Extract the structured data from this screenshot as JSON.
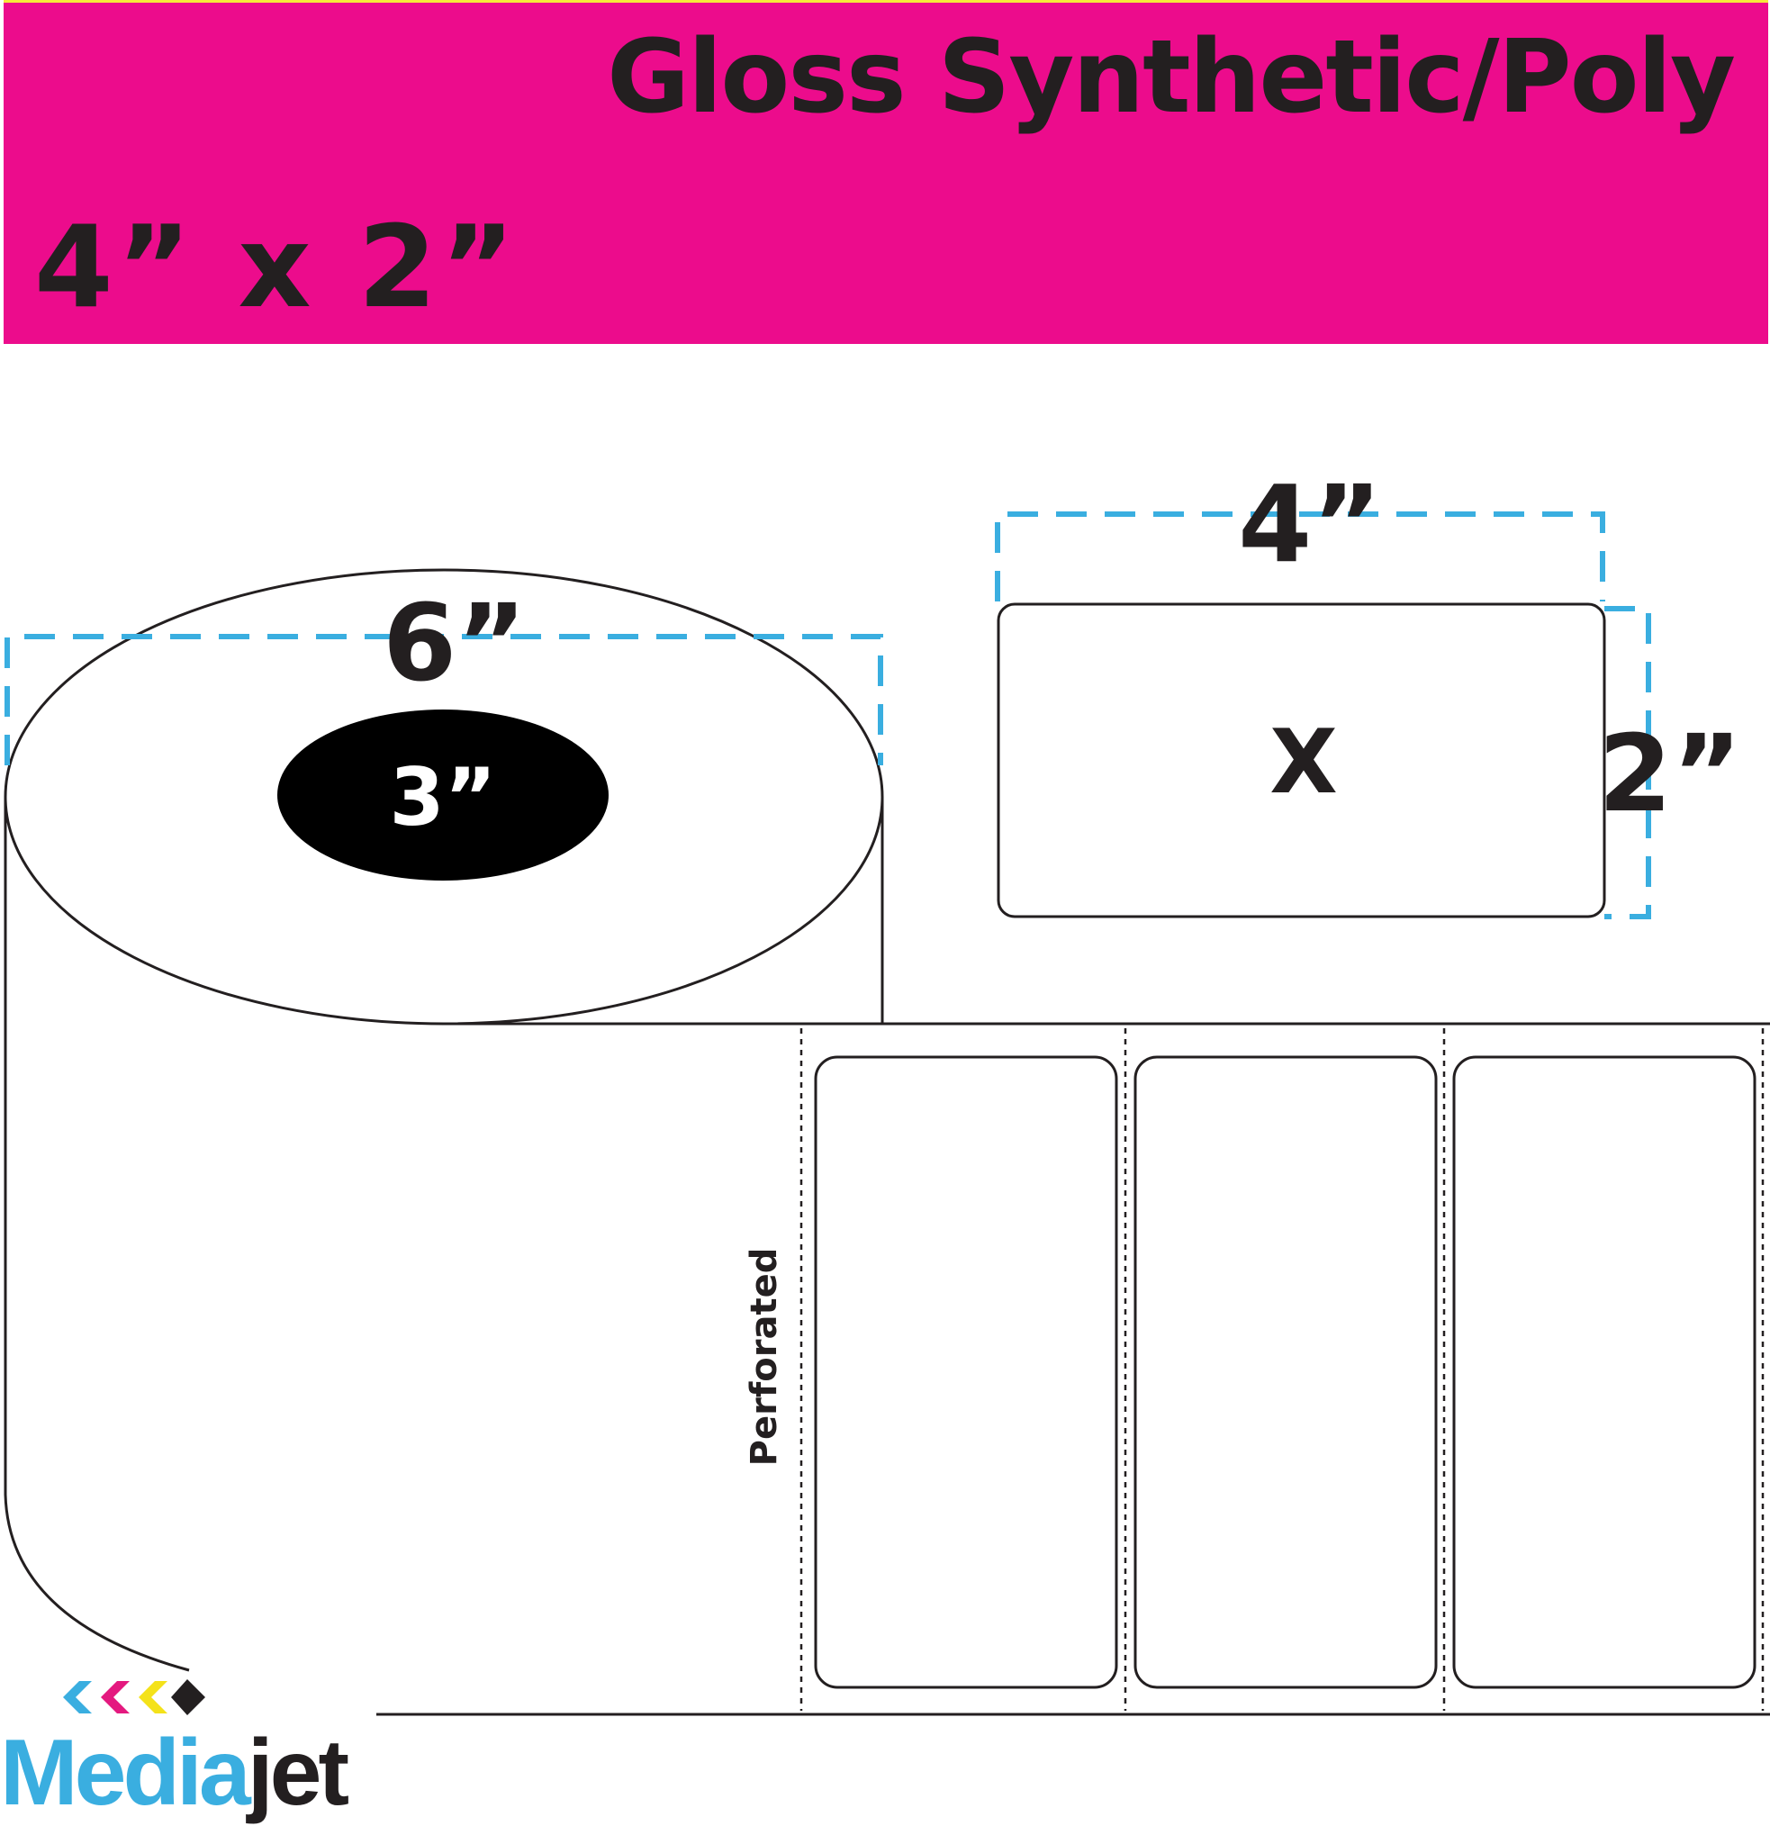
{
  "header": {
    "title": "Gloss Synthetic/Poly",
    "size": "4” x 2”"
  },
  "roll": {
    "outer_diameter": "6”",
    "core": "3”"
  },
  "label": {
    "width": "4”",
    "height": "2”",
    "mark": "X"
  },
  "strip": {
    "perforated_label": "Perforated"
  },
  "logo": {
    "media": "Media",
    "jet": "jet"
  },
  "colors": {
    "banner": "#ec0c8c",
    "dimension_line": "#3aaee0",
    "logo_blue": "#3aaee0",
    "logo_magenta": "#e4197f",
    "logo_yellow": "#f4e21a",
    "logo_black": "#231f20"
  }
}
